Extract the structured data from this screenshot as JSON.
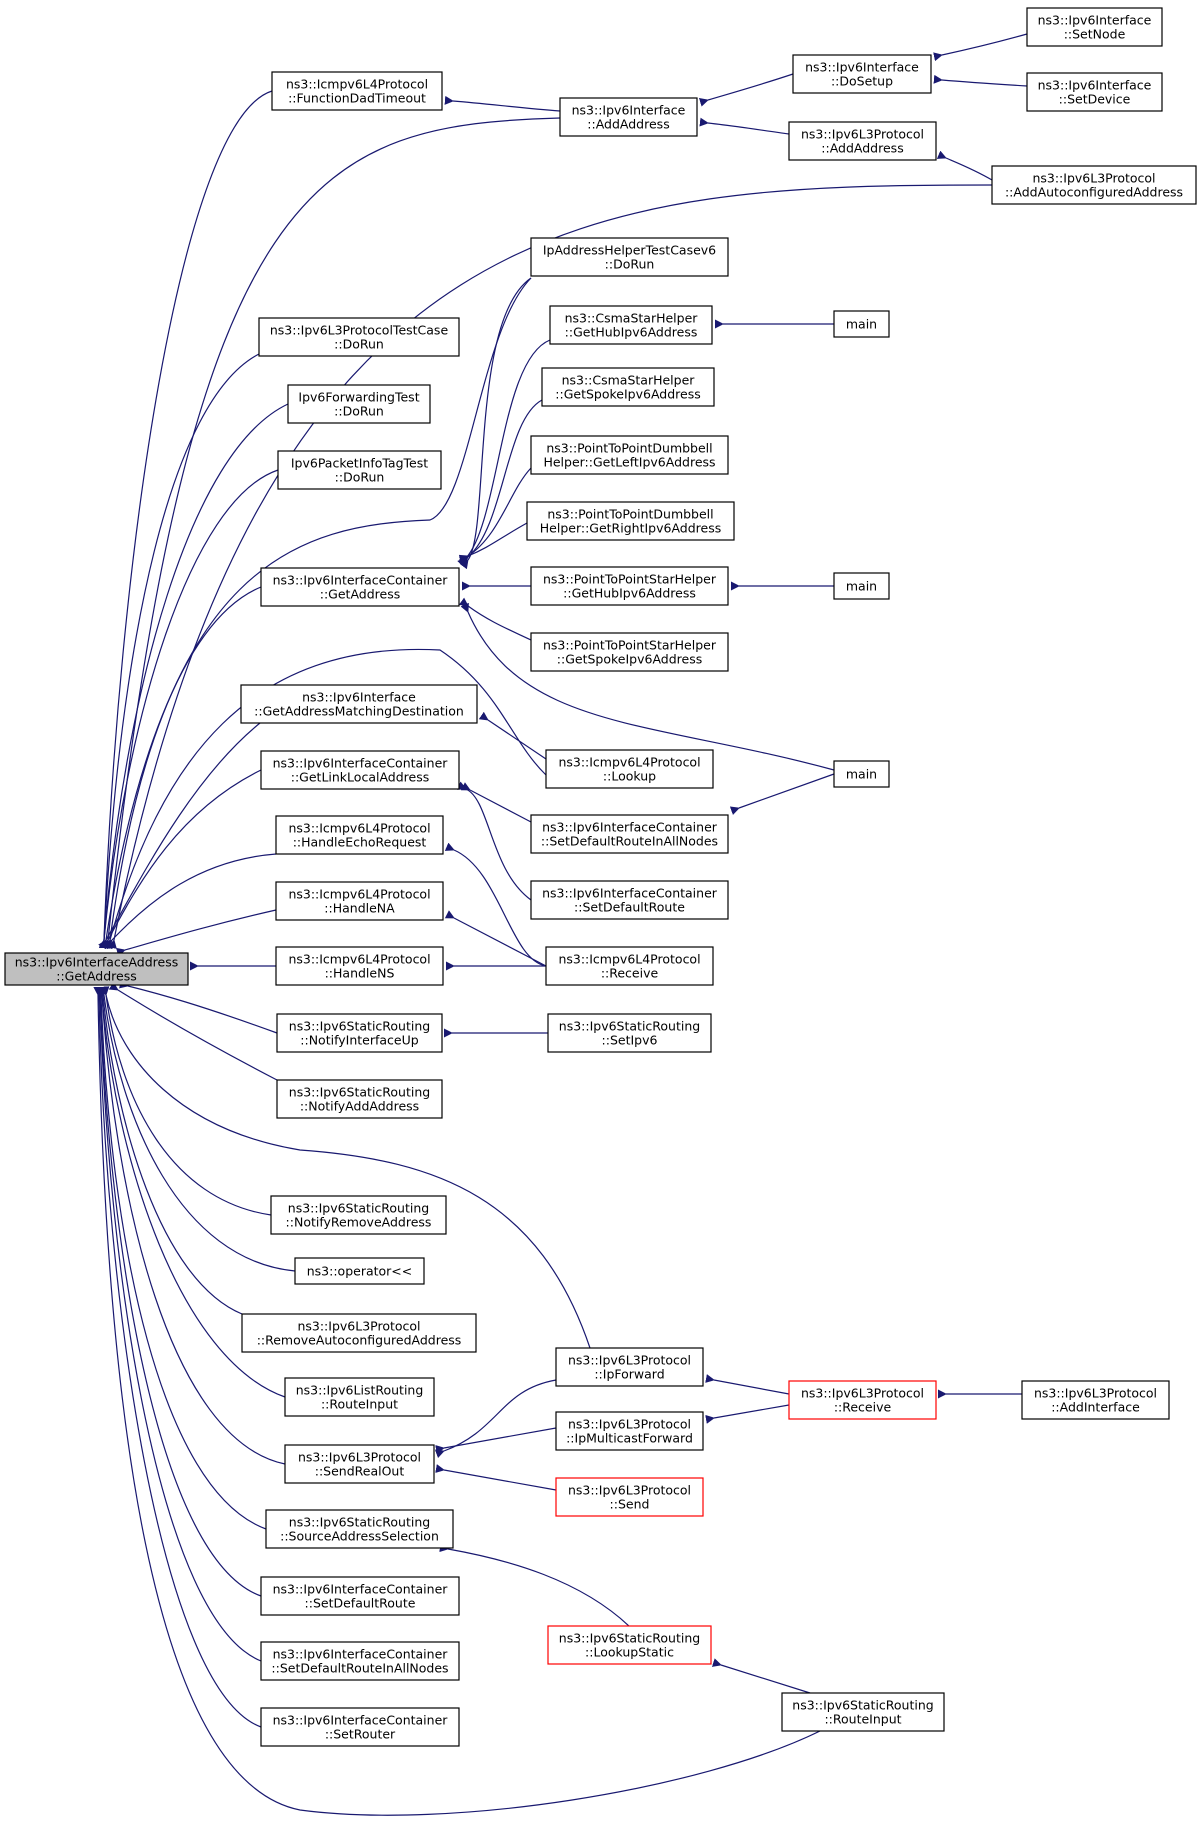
{
  "nodes": [
    {
      "id": "root",
      "lines": [
        "ns3::Ipv6InterfaceAddress",
        "::GetAddress"
      ],
      "style": "root"
    },
    {
      "id": "icmp_fdt",
      "lines": [
        "ns3::Icmpv6L4Protocol",
        "::FunctionDadTimeout"
      ]
    },
    {
      "id": "if_addaddr",
      "lines": [
        "ns3::Ipv6Interface",
        "::AddAddress"
      ]
    },
    {
      "id": "if_dosetup",
      "lines": [
        "ns3::Ipv6Interface",
        "::DoSetup"
      ]
    },
    {
      "id": "if_setnode",
      "lines": [
        "ns3::Ipv6Interface",
        "::SetNode"
      ]
    },
    {
      "id": "if_setdevice",
      "lines": [
        "ns3::Ipv6Interface",
        "::SetDevice"
      ]
    },
    {
      "id": "l3_addaddr",
      "lines": [
        "ns3::Ipv6L3Protocol",
        "::AddAddress"
      ]
    },
    {
      "id": "l3_autoconf",
      "lines": [
        "ns3::Ipv6L3Protocol",
        "::AddAutoconfiguredAddress"
      ]
    },
    {
      "id": "ipaddr_test",
      "lines": [
        "IpAddressHelperTestCasev6",
        "::DoRun"
      ]
    },
    {
      "id": "csma_hub",
      "lines": [
        "ns3::CsmaStarHelper",
        "::GetHubIpv6Address"
      ]
    },
    {
      "id": "main1",
      "lines": [
        "main"
      ]
    },
    {
      "id": "csma_spoke",
      "lines": [
        "ns3::CsmaStarHelper",
        "::GetSpokeIpv6Address"
      ]
    },
    {
      "id": "p2p_left",
      "lines": [
        "ns3::PointToPointDumbbell",
        "Helper::GetLeftIpv6Address"
      ]
    },
    {
      "id": "p2p_right",
      "lines": [
        "ns3::PointToPointDumbbell",
        "Helper::GetRightIpv6Address"
      ]
    },
    {
      "id": "p2pstar_hub",
      "lines": [
        "ns3::PointToPointStarHelper",
        "::GetHubIpv6Address"
      ]
    },
    {
      "id": "main2",
      "lines": [
        "main"
      ]
    },
    {
      "id": "p2pstar_spoke",
      "lines": [
        "ns3::PointToPointStarHelper",
        "::GetSpokeIpv6Address"
      ]
    },
    {
      "id": "l3_testcase",
      "lines": [
        "ns3::Ipv6L3ProtocolTestCase",
        "::DoRun"
      ]
    },
    {
      "id": "fwd_test",
      "lines": [
        "Ipv6ForwardingTest",
        "::DoRun"
      ]
    },
    {
      "id": "pktinfo_test",
      "lines": [
        "Ipv6PacketInfoTagTest",
        "::DoRun"
      ]
    },
    {
      "id": "ifc_getaddr",
      "lines": [
        "ns3::Ipv6InterfaceContainer",
        "::GetAddress"
      ]
    },
    {
      "id": "if_matchdest",
      "lines": [
        "ns3::Ipv6Interface",
        "::GetAddressMatchingDestination"
      ]
    },
    {
      "id": "icmp_lookup",
      "lines": [
        "ns3::Icmpv6L4Protocol",
        "::Lookup"
      ]
    },
    {
      "id": "main3",
      "lines": [
        "main"
      ]
    },
    {
      "id": "ifc_linklocal",
      "lines": [
        "ns3::Ipv6InterfaceContainer",
        "::GetLinkLocalAddress"
      ]
    },
    {
      "id": "ifc_setdefall",
      "lines": [
        "ns3::Ipv6InterfaceContainer",
        "::SetDefaultRouteInAllNodes"
      ]
    },
    {
      "id": "icmp_echo",
      "lines": [
        "ns3::Icmpv6L4Protocol",
        "::HandleEchoRequest"
      ]
    },
    {
      "id": "ifc_setdef",
      "lines": [
        "ns3::Ipv6InterfaceContainer",
        "::SetDefaultRoute"
      ]
    },
    {
      "id": "icmp_na",
      "lines": [
        "ns3::Icmpv6L4Protocol",
        "::HandleNA"
      ]
    },
    {
      "id": "icmp_ns",
      "lines": [
        "ns3::Icmpv6L4Protocol",
        "::HandleNS"
      ]
    },
    {
      "id": "icmp_receive",
      "lines": [
        "ns3::Icmpv6L4Protocol",
        "::Receive"
      ]
    },
    {
      "id": "sr_notifyup",
      "lines": [
        "ns3::Ipv6StaticRouting",
        "::NotifyInterfaceUp"
      ]
    },
    {
      "id": "sr_setipv6",
      "lines": [
        "ns3::Ipv6StaticRouting",
        "::SetIpv6"
      ]
    },
    {
      "id": "sr_notifyadd",
      "lines": [
        "ns3::Ipv6StaticRouting",
        "::NotifyAddAddress"
      ]
    },
    {
      "id": "sr_notifyremove",
      "lines": [
        "ns3::Ipv6StaticRouting",
        "::NotifyRemoveAddress"
      ]
    },
    {
      "id": "op_stream",
      "lines": [
        "ns3::operator<<"
      ]
    },
    {
      "id": "l3_removeauto",
      "lines": [
        "ns3::Ipv6L3Protocol",
        "::RemoveAutoconfiguredAddress"
      ]
    },
    {
      "id": "lr_routeinput",
      "lines": [
        "ns3::Ipv6ListRouting",
        "::RouteInput"
      ]
    },
    {
      "id": "l3_ipforward",
      "lines": [
        "ns3::Ipv6L3Protocol",
        "::IpForward"
      ]
    },
    {
      "id": "l3_receive",
      "lines": [
        "ns3::Ipv6L3Protocol",
        "::Receive"
      ],
      "style": "red"
    },
    {
      "id": "l3_addinterface",
      "lines": [
        "ns3::Ipv6L3Protocol",
        "::AddInterface"
      ]
    },
    {
      "id": "l3_ipmcast",
      "lines": [
        "ns3::Ipv6L3Protocol",
        "::IpMulticastForward"
      ]
    },
    {
      "id": "l3_sendrealout",
      "lines": [
        "ns3::Ipv6L3Protocol",
        "::SendRealOut"
      ]
    },
    {
      "id": "l3_send",
      "lines": [
        "ns3::Ipv6L3Protocol",
        "::Send"
      ],
      "style": "red"
    },
    {
      "id": "sr_srcaddrsel",
      "lines": [
        "ns3::Ipv6StaticRouting",
        "::SourceAddressSelection"
      ]
    },
    {
      "id": "sr_lookupstatic",
      "lines": [
        "ns3::Ipv6StaticRouting",
        "::LookupStatic"
      ],
      "style": "red"
    },
    {
      "id": "ifc_setdef2",
      "lines": [
        "ns3::Ipv6InterfaceContainer",
        "::SetDefaultRoute"
      ]
    },
    {
      "id": "ifc_setdefall2",
      "lines": [
        "ns3::Ipv6InterfaceContainer",
        "::SetDefaultRouteInAllNodes"
      ]
    },
    {
      "id": "sr_routeinput",
      "lines": [
        "ns3::Ipv6StaticRouting",
        "::RouteInput"
      ]
    },
    {
      "id": "ifc_setrouter",
      "lines": [
        "ns3::Ipv6InterfaceContainer",
        "::SetRouter"
      ]
    }
  ],
  "edges": [
    {
      "from": "icmp_fdt",
      "to": "root"
    },
    {
      "from": "if_addaddr",
      "to": "icmp_fdt"
    },
    {
      "from": "if_addaddr",
      "to": "root"
    },
    {
      "from": "if_dosetup",
      "to": "if_addaddr"
    },
    {
      "from": "if_setnode",
      "to": "if_dosetup"
    },
    {
      "from": "if_setdevice",
      "to": "if_dosetup"
    },
    {
      "from": "l3_addaddr",
      "to": "if_addaddr"
    },
    {
      "from": "l3_autoconf",
      "to": "l3_addaddr"
    },
    {
      "from": "l3_autoconf",
      "to": "root"
    },
    {
      "from": "ipaddr_test",
      "to": "root"
    },
    {
      "from": "ipaddr_test",
      "to": "ifc_getaddr"
    },
    {
      "from": "csma_hub",
      "to": "ifc_getaddr"
    },
    {
      "from": "main1",
      "to": "csma_hub"
    },
    {
      "from": "csma_spoke",
      "to": "ifc_getaddr"
    },
    {
      "from": "p2p_left",
      "to": "ifc_getaddr"
    },
    {
      "from": "p2p_right",
      "to": "ifc_getaddr"
    },
    {
      "from": "p2pstar_hub",
      "to": "ifc_getaddr"
    },
    {
      "from": "main2",
      "to": "p2pstar_hub"
    },
    {
      "from": "p2pstar_spoke",
      "to": "ifc_getaddr"
    },
    {
      "from": "main3",
      "to": "ifc_getaddr"
    },
    {
      "from": "l3_testcase",
      "to": "root"
    },
    {
      "from": "fwd_test",
      "to": "root"
    },
    {
      "from": "pktinfo_test",
      "to": "root"
    },
    {
      "from": "ifc_getaddr",
      "to": "root"
    },
    {
      "from": "icmp_lookup",
      "to": "root"
    },
    {
      "from": "icmp_lookup",
      "to": "if_matchdest"
    },
    {
      "from": "if_matchdest",
      "to": "root"
    },
    {
      "from": "ifc_linklocal",
      "to": "root"
    },
    {
      "from": "ifc_setdefall",
      "to": "ifc_linklocal"
    },
    {
      "from": "ifc_setdef",
      "to": "ifc_linklocal"
    },
    {
      "from": "main3",
      "to": "ifc_setdefall"
    },
    {
      "from": "icmp_echo",
      "to": "root"
    },
    {
      "from": "icmp_receive",
      "to": "icmp_echo"
    },
    {
      "from": "icmp_na",
      "to": "root"
    },
    {
      "from": "icmp_receive",
      "to": "icmp_na"
    },
    {
      "from": "icmp_ns",
      "to": "root"
    },
    {
      "from": "icmp_receive",
      "to": "icmp_ns"
    },
    {
      "from": "sr_notifyup",
      "to": "root"
    },
    {
      "from": "sr_setipv6",
      "to": "sr_notifyup"
    },
    {
      "from": "sr_notifyadd",
      "to": "root"
    },
    {
      "from": "sr_notifyremove",
      "to": "root"
    },
    {
      "from": "op_stream",
      "to": "root"
    },
    {
      "from": "l3_removeauto",
      "to": "root"
    },
    {
      "from": "lr_routeinput",
      "to": "root"
    },
    {
      "from": "l3_ipforward",
      "to": "root"
    },
    {
      "from": "l3_ipforward",
      "to": "l3_sendrealout"
    },
    {
      "from": "l3_receive",
      "to": "l3_ipforward"
    },
    {
      "from": "l3_addinterface",
      "to": "l3_receive"
    },
    {
      "from": "l3_ipmcast",
      "to": "l3_sendrealout"
    },
    {
      "from": "l3_receive",
      "to": "l3_ipmcast"
    },
    {
      "from": "l3_sendrealout",
      "to": "root"
    },
    {
      "from": "l3_send",
      "to": "l3_sendrealout"
    },
    {
      "from": "sr_srcaddrsel",
      "to": "root"
    },
    {
      "from": "sr_lookupstatic",
      "to": "sr_srcaddrsel"
    },
    {
      "from": "sr_routeinput",
      "to": "sr_lookupstatic"
    },
    {
      "from": "ifc_setdef2",
      "to": "root"
    },
    {
      "from": "ifc_setdefall2",
      "to": "root"
    },
    {
      "from": "ifc_setrouter",
      "to": "root"
    },
    {
      "from": "sr_routeinput",
      "to": "root"
    }
  ],
  "colors": {
    "edge": "#191970",
    "root_fill": "#bfbfbf",
    "highlight_border": "#ff0000",
    "border": "#000000",
    "background": "#ffffff"
  }
}
